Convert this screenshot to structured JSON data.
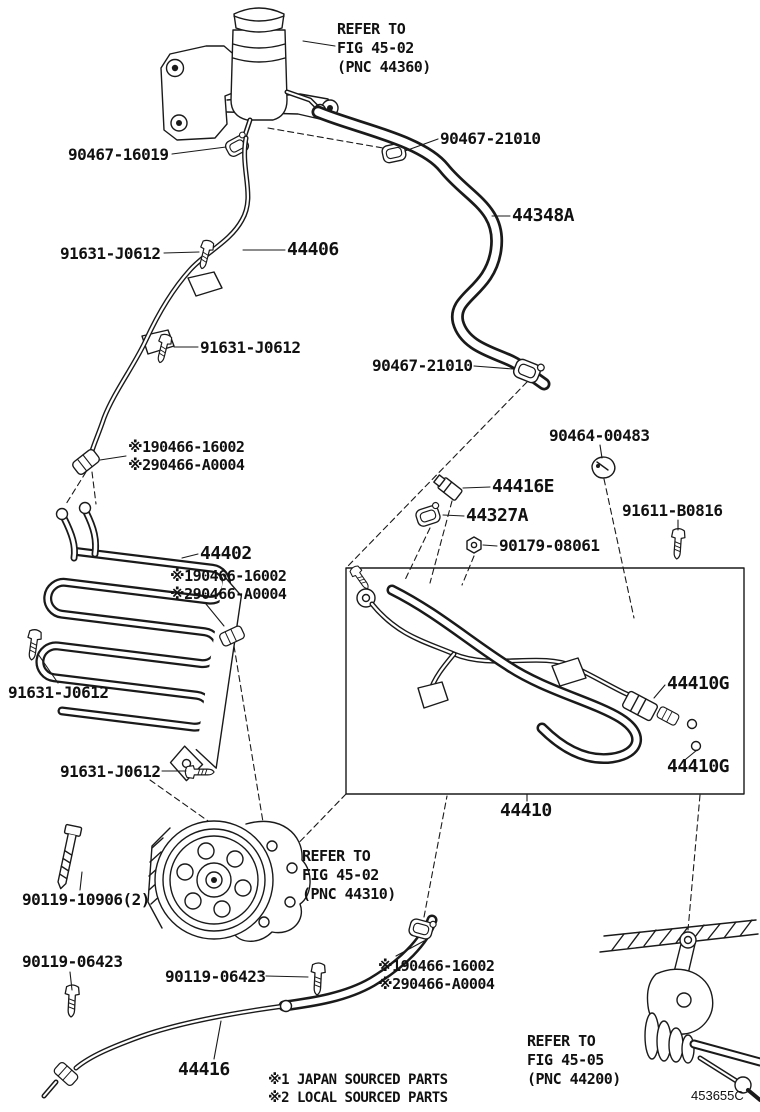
{
  "labels": {
    "refer_reservoir": [
      "REFER TO",
      "FIG 45-02",
      "(PNC 44360)"
    ],
    "refer_pump": [
      "REFER TO",
      "FIG 45-02",
      "(PNC 44310)"
    ],
    "refer_gear": [
      "REFER TO",
      "FIG 45-05",
      "(PNC 44200)"
    ],
    "clamp_top": "90467-21010",
    "clamp_reservoir": "90467-16019",
    "hose_44348a": "44348A",
    "bolt_a": "91631-J0612",
    "tube_44406": "44406",
    "bolt_b": "91631-J0612",
    "clamp_mid": "90467-21010",
    "union_a": [
      "※190466-16002",
      "※290466-A0004"
    ],
    "clip_90464": "90464-00483",
    "fitting_44416e": "44416E",
    "bolt_91611": "91611-B0816",
    "clamp_44327a": "44327A",
    "nut_90179": "90179-08061",
    "cooler_44402": "44402",
    "union_b": [
      "※190466-16002",
      "※290466-A0004"
    ],
    "bolt_c": "91631-J0612",
    "fitting_44410g_a": "44410G",
    "fitting_44410g_b": "44410G",
    "bolt_d": "91631-J0612",
    "tube_44410": "44410",
    "bolt_90119_10906": "90119-10906(2)",
    "bolt_90119_06423_a": "90119-06423",
    "bolt_90119_06423_b": "90119-06423",
    "union_c": [
      "※190466-16002",
      "※290466-A0004"
    ],
    "tube_44416": "44416",
    "footnote_1": "※1 JAPAN SOURCED PARTS",
    "footnote_2": "※2 LOCAL SOURCED PARTS",
    "doc_code": "453655C"
  },
  "colors": {
    "line": "#1a1a1a",
    "background": "#ffffff"
  }
}
